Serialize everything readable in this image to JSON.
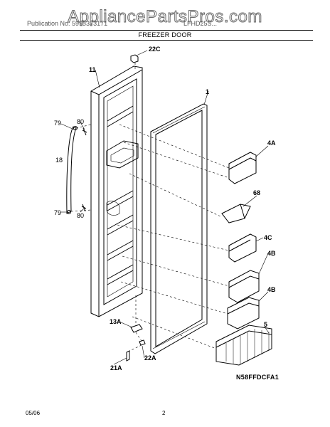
{
  "watermark": "AppliancePartsPros.com",
  "header": {
    "left": "Publication No: 5995373171",
    "model": "LFHD25S..."
  },
  "title": "FREEZER DOOR",
  "parts": {
    "p22C": "22C",
    "p11": "11",
    "p1": "1",
    "p79a": "79",
    "p80a": "80",
    "p18": "18",
    "p79b": "79",
    "p80b": "80",
    "p4A": "4A",
    "p68": "68",
    "p4C": "4C",
    "p4B_1": "4B",
    "p4B_2": "4B",
    "p5": "5",
    "p13A": "13A",
    "p22A": "22A",
    "p21A": "21A"
  },
  "drawing_code": "N58FFDCFA1",
  "footer": {
    "date": "05/06",
    "page": "2"
  }
}
